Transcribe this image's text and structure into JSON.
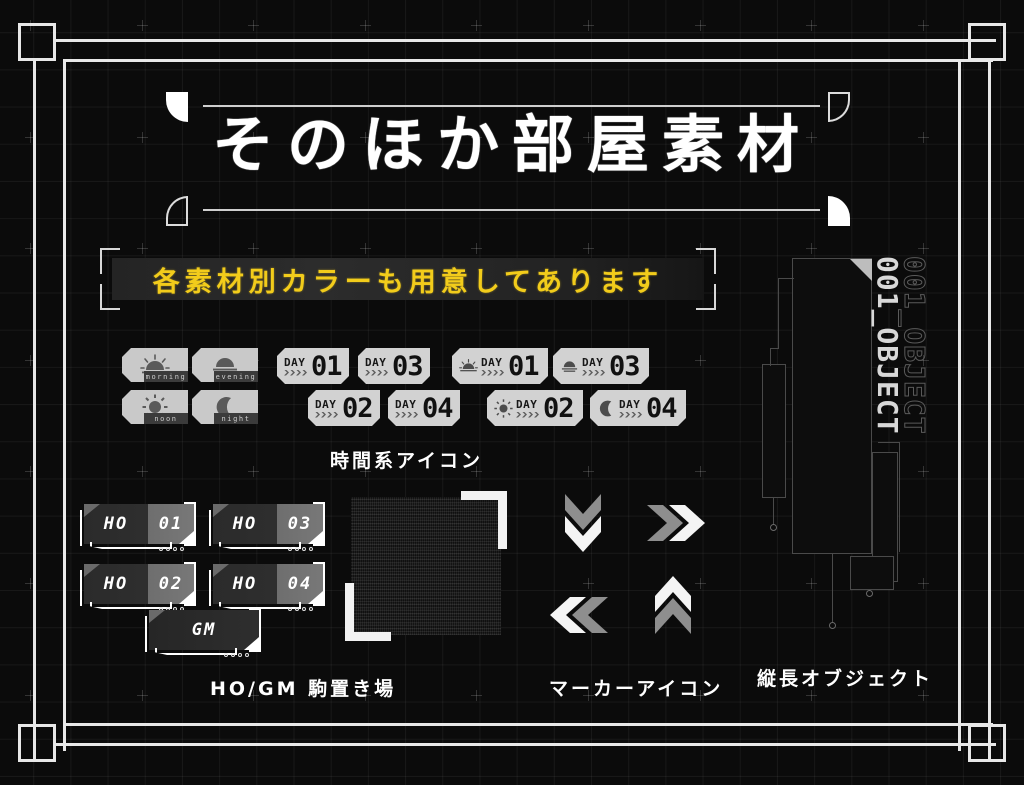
{
  "page": {
    "title": "そのほか部屋素材",
    "subtitle_banner": "各素材別カラーも用意してあります",
    "accent_color": "#f2cc1b",
    "background_color": "#0b0b0b",
    "frame_color": "#e8e8e8"
  },
  "time_icons": {
    "caption": "時間系アイコン",
    "chips": [
      {
        "label": "morning",
        "icon": "sunrise-icon"
      },
      {
        "label": "evening",
        "icon": "sunset-icon"
      },
      {
        "label": "noon",
        "icon": "sun-icon"
      },
      {
        "label": "night",
        "icon": "moon-icon"
      }
    ],
    "day_badges": [
      {
        "word": "DAY",
        "number": "01",
        "icon": null
      },
      {
        "word": "DAY",
        "number": "02",
        "icon": null
      },
      {
        "word": "DAY",
        "number": "03",
        "icon": null
      },
      {
        "word": "DAY",
        "number": "04",
        "icon": null
      },
      {
        "word": "DAY",
        "number": "01",
        "icon": "sunrise-icon"
      },
      {
        "word": "DAY",
        "number": "02",
        "icon": "sun-icon"
      },
      {
        "word": "DAY",
        "number": "03",
        "icon": "sunset-icon"
      },
      {
        "word": "DAY",
        "number": "04",
        "icon": "moon-icon"
      }
    ]
  },
  "piece_slots": {
    "caption": "HO/GM 駒置き場",
    "plates": [
      {
        "role": "HO",
        "number": "01"
      },
      {
        "role": "HO",
        "number": "02"
      },
      {
        "role": "HO",
        "number": "03"
      },
      {
        "role": "HO",
        "number": "04"
      }
    ],
    "gm_plate": {
      "role": "GM"
    }
  },
  "markers": {
    "caption": "マーカーアイコン",
    "arrows": [
      {
        "direction": "down",
        "icon": "chevron-double-down-icon"
      },
      {
        "direction": "right",
        "icon": "chevron-double-right-icon"
      },
      {
        "direction": "left",
        "icon": "chevron-double-left-icon"
      },
      {
        "direction": "up",
        "icon": "chevron-double-up-icon"
      }
    ]
  },
  "vertical_object": {
    "caption": "縦長オブジェクト",
    "label_solid": "001_OBJECT",
    "label_ghost": "001_OBJECT"
  },
  "texture_tile": {
    "name": "noise-texture-tile"
  }
}
